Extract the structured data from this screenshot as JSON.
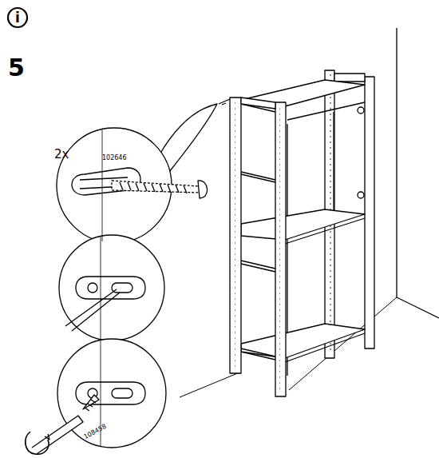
{
  "diagram": {
    "labels": [
      "i",
      "5",
      "2x",
      "102646",
      "108458"
    ]
  }
}
